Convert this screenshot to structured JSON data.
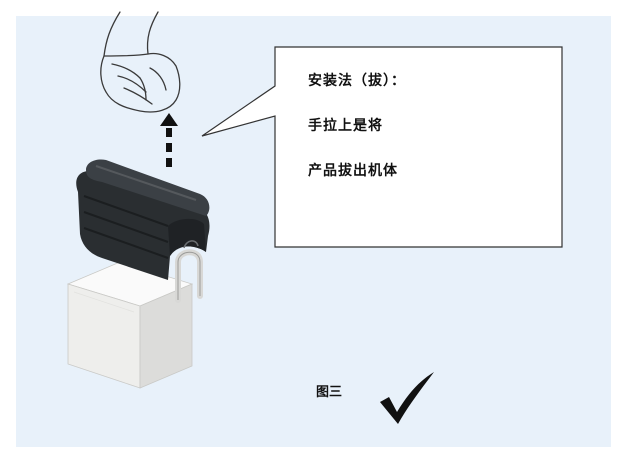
{
  "callout": {
    "line1": "安装法（拔）：",
    "line2": "手拉上是将",
    "line3": "产品拔出机体"
  },
  "caption": "图三",
  "icons": {
    "hand": "hand-pulling-icon",
    "arrow": "up-arrow-icon",
    "check": "checkmark-icon"
  },
  "colors": {
    "background": "#e8f1fa",
    "bubble_fill": "#ffffff",
    "outline": "#333333",
    "seal_rubber": "#2a2e31",
    "base_white": "#f1f1ef"
  }
}
